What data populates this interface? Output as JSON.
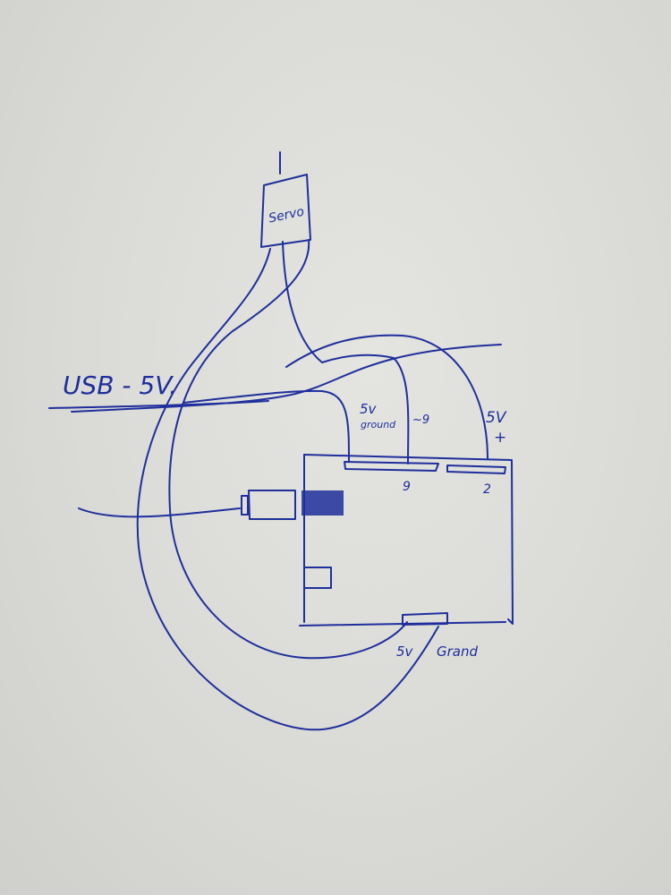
{
  "labels": {
    "servo": "Servo",
    "usb": "USB - 5V.",
    "ground_5v_top": "5v",
    "ground_word_top": "ground",
    "pin9_wire": "~9",
    "plus_5v": "5V",
    "plus_sign": "+",
    "header_pin9": "9",
    "header_pin2": "2",
    "bottom_5v": "5v",
    "bottom_ground": "Grand"
  },
  "colors": {
    "ink": "#1f2f9c",
    "paper": "#dcdcd8"
  }
}
